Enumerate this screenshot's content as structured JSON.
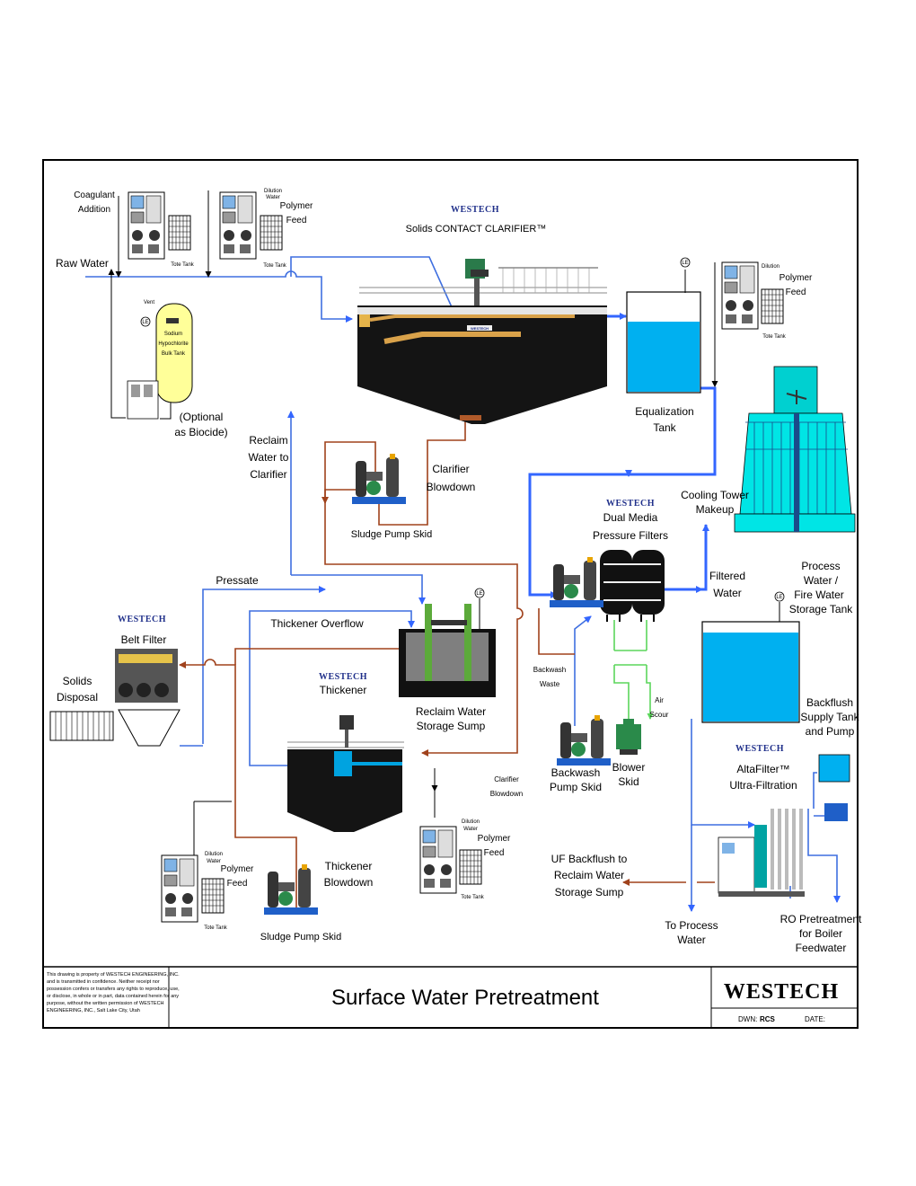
{
  "labels": {
    "coagulant": [
      "Coagulant",
      "Addition"
    ],
    "dilution_water": [
      "Dilution",
      "Water"
    ],
    "polymer_feed": [
      "Polymer",
      "Feed"
    ],
    "tote_tank": "Tote Tank",
    "raw_water": "Raw Water",
    "clarifier_brand": "WESTECH",
    "clarifier_name": "Solids CONTACT CLARIFIER™",
    "vent": "Vent",
    "le": "LE",
    "hypo": [
      "Sodium",
      "Hypochlorite",
      "Bulk Tank"
    ],
    "optional_biocide": [
      "(Optional",
      "as Biocide)"
    ],
    "reclaim_to_clarifier": [
      "Reclaim",
      "Water to",
      "Clarifier"
    ],
    "clarifier_blowdown_1": [
      "Clarifier",
      "Blowdown"
    ],
    "sludge_skid_1": "Sludge Pump Skid",
    "equalization": [
      "Equalization",
      "Tank"
    ],
    "cooling_tower": [
      "Cooling Tower",
      "Makeup"
    ],
    "filters_brand": "WESTECH",
    "filters_name": [
      "Dual Media",
      "Pressure Filters"
    ],
    "filtered_water": [
      "Filtered",
      "Water"
    ],
    "process_tank": [
      "Process",
      "Water /",
      "Fire Water",
      "Storage Tank"
    ],
    "pressate": "Pressate",
    "belt_brand": "WESTECH",
    "belt_filter": "Belt Filter",
    "solids_disposal": [
      "Solids",
      "Disposal"
    ],
    "thickener_overflow": "Thickener Overflow",
    "thickener_brand": "WESTECH",
    "thickener": "Thickener",
    "reclaim_sump": [
      "Reclaim Water",
      "Storage Sump"
    ],
    "backwash_waste": [
      "Backwash",
      "Waste"
    ],
    "air_scour": [
      "Air",
      "Scour"
    ],
    "backwash_skid": [
      "Backwash",
      "Pump Skid"
    ],
    "blower_skid": [
      "Blower",
      "Skid"
    ],
    "backflush_tank": [
      "Backflush",
      "Supply Tank",
      "and Pump"
    ],
    "alta_brand": "WESTECH",
    "alta_name": [
      "AltaFilter™",
      "Ultra-Filtration"
    ],
    "clarifier_blowdown_2": [
      "Clarifier",
      "Blowdown"
    ],
    "thickener_blowdown": [
      "Thickener",
      "Blowdown"
    ],
    "sludge_skid_2": "Sludge Pump Skid",
    "uf_backflush": [
      "UF Backflush to",
      "Reclaim Water",
      "Storage Sump"
    ],
    "to_process": [
      "To Process",
      "Water"
    ],
    "ro_pretreatment": [
      "RO Pretreatment",
      "for Boiler",
      "Feedwater"
    ],
    "equip_tag": "WESTECH"
  },
  "title_block": {
    "notice": [
      "This drawing is property of WESTECH ENGINEERING, INC.",
      "and is transmitted in confidence. Neither receipt nor",
      "possession confers or transfers any rights to reproduce, use,",
      "or disclose, in whole or in part, data contained herein for any",
      "purpose, without the written permission of WESTECH",
      "ENGINEERING, INC., Salt Lake City, Utah"
    ],
    "title": "Surface Water Pretreatment",
    "logo": "WESTECH",
    "dwn_label": "DWN:",
    "dwn_value": "RCS",
    "date_label": "DATE:"
  },
  "colors": {
    "water_blue": "#3366ff",
    "sludge_brown": "#a0421c",
    "air_green": "#5cd65c",
    "tank_water": "#00b0f0",
    "tower_cyan": "#00e5e5",
    "hypo_yellow": "#ffff99"
  }
}
